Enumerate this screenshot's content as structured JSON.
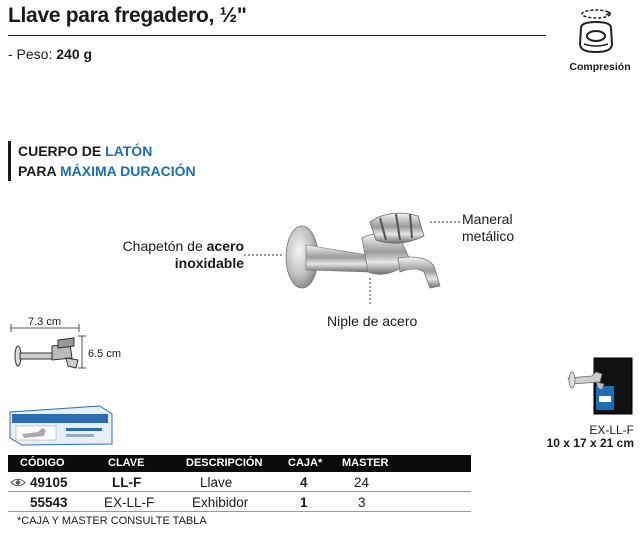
{
  "product": {
    "title": "Llave para fregadero, ½\"",
    "weight_label": "- Peso: ",
    "weight_value": "240 g"
  },
  "feature": {
    "icon": "compression-icon",
    "label": "Compresión"
  },
  "headline": {
    "line1_prefix": "CUERPO DE ",
    "line1_highlight": "LATÓN",
    "line2_prefix": "PARA ",
    "line2_highlight": "MÁXIMA DURACIÓN"
  },
  "callouts": {
    "left_line1_prefix": "Chapetón de ",
    "left_line1_bold": "acero",
    "left_line2": "inoxidable",
    "right_line1": "Maneral",
    "right_line2": "metálico",
    "bottom": "Niple de acero"
  },
  "dimensions": {
    "width": "7.3 cm",
    "height": "6.5 cm"
  },
  "exhibitor": {
    "code": "EX-LL-F",
    "size": "10 x 17 x 21 cm"
  },
  "table": {
    "headers": [
      "CÓDIGO",
      "CLAVE",
      "DESCRIPCIÓN",
      "CAJA*",
      "MASTER"
    ],
    "rows": [
      {
        "code": "49105",
        "clave": "LL-F",
        "desc": "Llave",
        "caja": "4",
        "master": "24",
        "icon": "eye-icon"
      },
      {
        "code": "55543",
        "clave": "EX-LL-F",
        "desc": "Exhibidor",
        "caja": "1",
        "master": "3"
      }
    ],
    "footnote": "*CAJA Y MASTER CONSULTE TABLA"
  },
  "colors": {
    "accent": "#1a6fb5",
    "header_bg": "#0b0b0b",
    "text": "#1a1a1a"
  }
}
